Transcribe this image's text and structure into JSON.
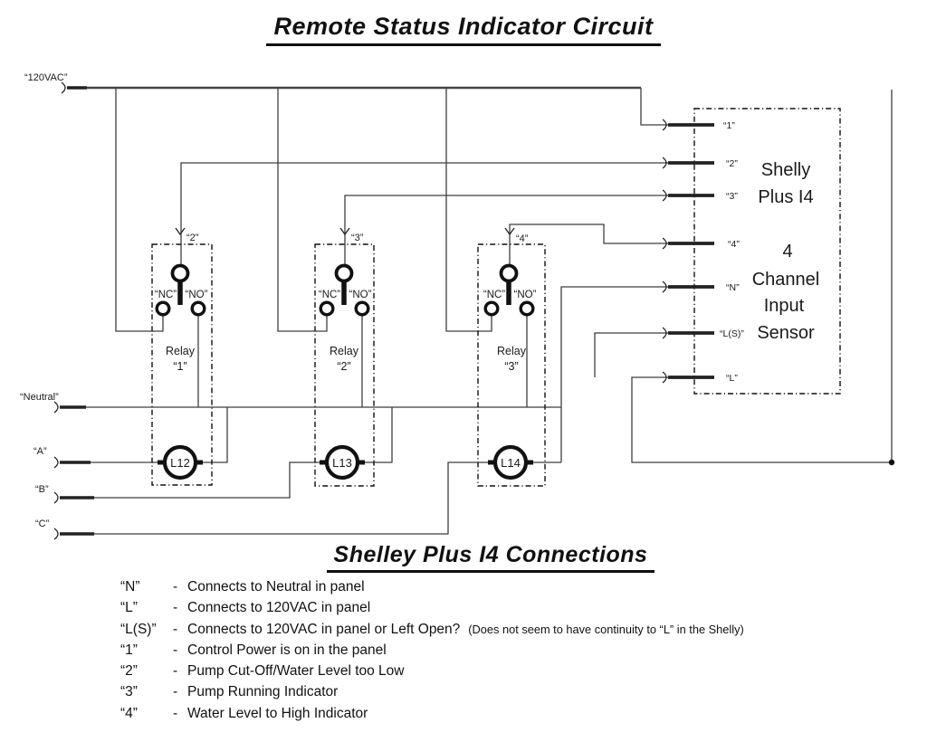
{
  "title": "Remote Status Indicator Circuit",
  "left_terminals": {
    "vac": "“120VAC”",
    "neutral": "“Neutral”",
    "a": "“A”",
    "b": "“B”",
    "c": "“C”"
  },
  "relays": [
    {
      "feed_label": "“2”",
      "nc_label": "“NC”",
      "no_label": "“NO”",
      "name": "Relay",
      "number": "“1”",
      "lamp_label": "L12"
    },
    {
      "feed_label": "“3”",
      "nc_label": "“NC”",
      "no_label": "“NO”",
      "name": "Relay",
      "number": "“2”",
      "lamp_label": "L13"
    },
    {
      "feed_label": "“4”",
      "nc_label": "“NC”",
      "no_label": "“NO”",
      "name": "Relay",
      "number": "“3”",
      "lamp_label": "L14"
    }
  ],
  "shelly": {
    "name_line1": "Shelly",
    "name_line2": "Plus I4",
    "desc_line1": "4",
    "desc_line2": "Channel",
    "desc_line3": "Input",
    "desc_line4": "Sensor",
    "terminals": {
      "t1": "“1”",
      "t2": "“2”",
      "t3": "“3”",
      "t4": "“4”",
      "tn": "“N”",
      "tls": "“L(S)”",
      "tl": "“L”"
    }
  },
  "connections": {
    "title": "Shelley Plus I4 Connections",
    "rows": [
      {
        "term": "“N”",
        "dash": "-",
        "desc": "Connects to Neutral in panel",
        "note": ""
      },
      {
        "term": "“L”",
        "dash": "-",
        "desc": "Connects to 120VAC in panel",
        "note": ""
      },
      {
        "term": "“L(S)”",
        "dash": "-",
        "desc": "Connects to 120VAC in panel or Left Open?",
        "note": "(Does not seem to have continuity to “L” in the Shelly)"
      },
      {
        "term": "“1”",
        "dash": "-",
        "desc": "Control Power is on in the panel",
        "note": ""
      },
      {
        "term": "“2”",
        "dash": "-",
        "desc": "Pump Cut-Off/Water Level too Low",
        "note": ""
      },
      {
        "term": "“3”",
        "dash": "-",
        "desc": "Pump Running Indicator",
        "note": ""
      },
      {
        "term": "“4”",
        "dash": "-",
        "desc": "Water Level to High Indicator",
        "note": ""
      }
    ]
  }
}
